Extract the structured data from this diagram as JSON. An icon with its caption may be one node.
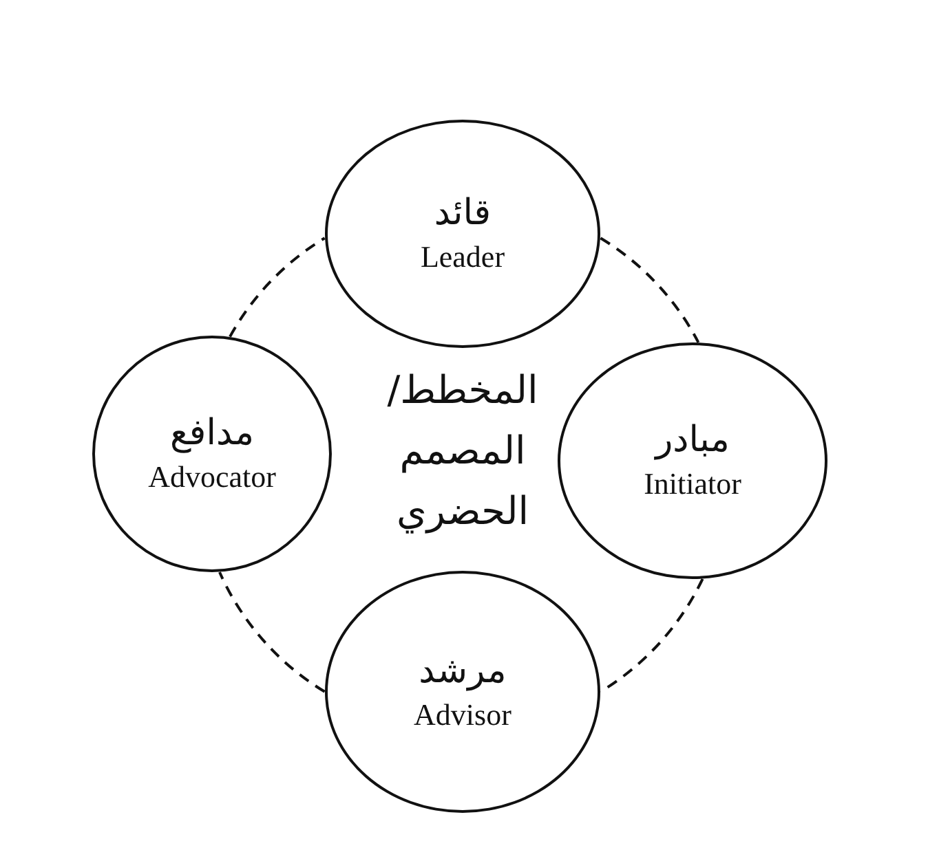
{
  "diagram": {
    "nodes": [
      {
        "text": [
          "قائد",
          "Leader"
        ]
      },
      {
        "text": [
          "مدافع",
          "Advocator"
        ]
      },
      {
        "text": [
          "مبادر",
          "Initiator"
        ]
      },
      {
        "text": [
          "مرشد",
          "Advisor"
        ]
      }
    ],
    "edges": [
      {
        "from": 0,
        "to": 2,
        "arrow": "none",
        "style": "dashed"
      },
      {
        "from": 2,
        "to": 3,
        "arrow": "none",
        "style": "dashed"
      },
      {
        "from": 3,
        "to": 1,
        "arrow": "none",
        "style": "dashed"
      },
      {
        "from": 1,
        "to": 0,
        "arrow": "none",
        "style": "dashed"
      }
    ],
    "labels": [
      "المخطط/ المصمم الحضري"
    ]
  }
}
